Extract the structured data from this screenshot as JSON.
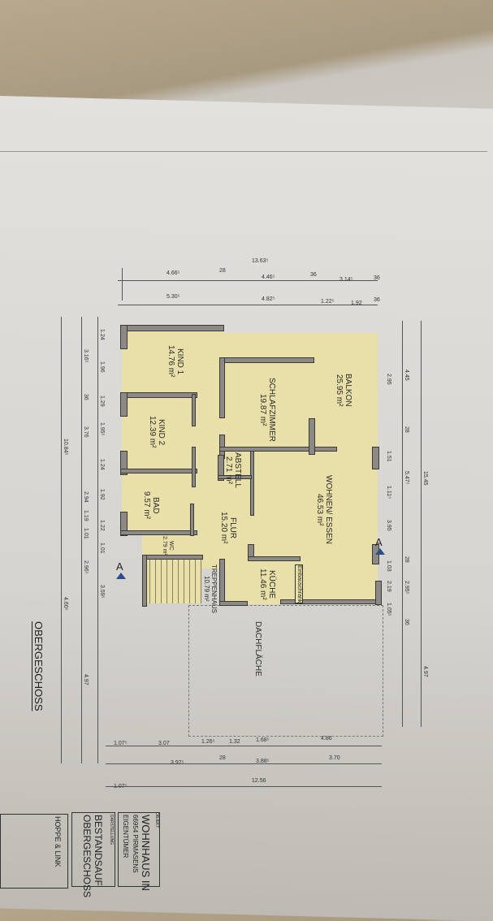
{
  "plan": {
    "title": "OBERGESCHOSS",
    "rooms": {
      "balkon": {
        "name": "BALKON",
        "area": "25.95 m²"
      },
      "schlafzimmer": {
        "name": "SCHLAFZIMMER",
        "area": "19.87 m²"
      },
      "kind1": {
        "name": "KIND 1",
        "area": "14.76 m²"
      },
      "kind2": {
        "name": "KIND 2",
        "area": "12.39 m²"
      },
      "bad": {
        "name": "BAD",
        "area": "9.57 m²"
      },
      "wc": {
        "name": "WC",
        "area": "2.79 m²"
      },
      "abstell": {
        "name": "ABSTELL",
        "area": "2.71 m²"
      },
      "flur": {
        "name": "FLUR",
        "area": "15.20 m²"
      },
      "wohnen": {
        "name": "WOHNEN/ ESSEN",
        "area": "46.53 m²"
      },
      "kueche": {
        "name": "KÜCHE",
        "area": "11.46 m²"
      },
      "treppenhaus": {
        "name": "TREPPENHAUS",
        "area": "10.79 m²"
      },
      "einbauschrank": "Einbauschrank",
      "dachflaeche": "DACHFLÄCHE"
    },
    "section_marker": "A",
    "dimensions": {
      "top": [
        "13.63⁵",
        "4.66⁵",
        "28",
        "4.46⁵",
        "36",
        "3.14⁵",
        "36",
        "5.30⁵",
        "4.82⁵",
        "1.22⁵",
        "1.92",
        "36"
      ],
      "right": [
        "15.45",
        "4.45",
        "28",
        "5.47⁵",
        "28",
        "2.95⁵",
        "36",
        "4.97",
        "2.95",
        "1.51",
        "1.11⁵",
        "3.95",
        "1.03",
        "2.19",
        "1.05⁵"
      ],
      "left": [
        "1.24",
        "1.96",
        "1.29",
        "1.95⁵",
        "1.24",
        "1.92",
        "1.22",
        "1.01",
        "3.16⁵",
        "36",
        "3.76",
        "2.94",
        "1.19",
        "1.01",
        "2.96⁵",
        "3.59⁵",
        "10.84⁵",
        "4.60⁵",
        "4.97"
      ],
      "bottom": [
        "1.07⁵",
        "3.07",
        "1.26⁵",
        "1.32",
        "1.68⁵",
        "4.86",
        "3.97⁵",
        "28",
        "3.88⁵",
        "3.70",
        "12.56",
        "1.07⁵"
      ]
    },
    "title_block": {
      "project_label": "OBJEKT",
      "project": "WOHNHAUS IN",
      "address": "66954 PIRMASENS",
      "owner": "EIGENTÜMER",
      "drawing_label": "DARSTELLUNG",
      "drawing_line1": "BESTANDSAUF",
      "drawing_line2": "OBERGESCHOSS",
      "office": "HOPPE & LINK"
    }
  }
}
